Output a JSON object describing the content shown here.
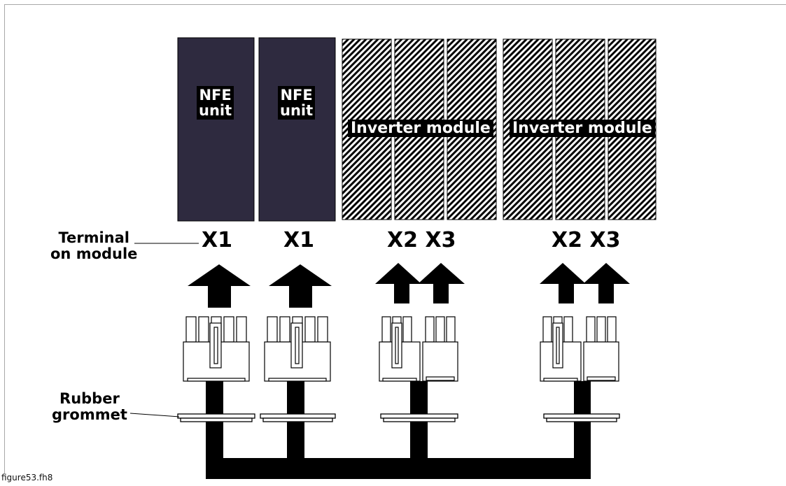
{
  "modules": {
    "nfe_1": {
      "line1": "NFE",
      "line2": "unit"
    },
    "nfe_2": {
      "line1": "NFE",
      "line2": "unit"
    },
    "inverter_1": "Inverter module",
    "inverter_2": "Inverter module"
  },
  "terminals": {
    "t1": "X1",
    "t2": "X1",
    "t3": "X2 X3",
    "t4": "X2 X3"
  },
  "labels": {
    "terminal_line1": "Terminal",
    "terminal_line2": "on module",
    "grommet_line1": "Rubber",
    "grommet_line2": "grommet"
  },
  "caption": "figure53.fh8",
  "colors": {
    "nfe_fill": "#2e2a3f",
    "hatch": "#000000",
    "background": "#ffffff"
  }
}
